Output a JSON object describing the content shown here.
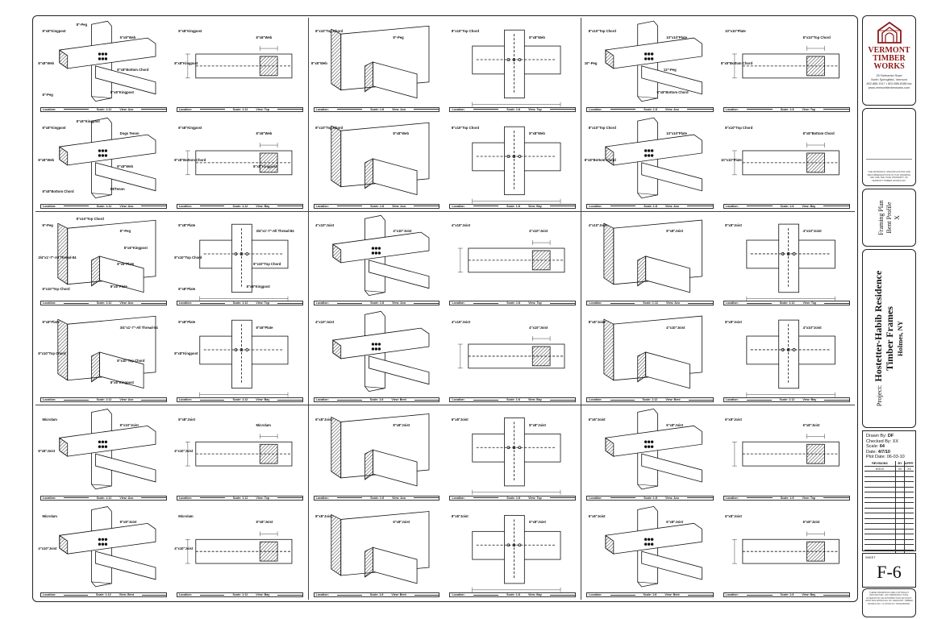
{
  "captions": {
    "location_label": "Location:",
    "scale_label": "Scale:",
    "view_label": "View:"
  },
  "cells": [
    {
      "details": [
        {
          "scale": "1:12",
          "view": "Axo",
          "callouts": [
            "8\"x8\"Kingpost",
            "5\"x8\"Web",
            "8\"x8\"Web",
            "8\"x8\"Bottom Chord",
            "8\"x8\"Kingpost",
            "8\"-Peg",
            "8\"-Peg"
          ]
        },
        {
          "scale": "1:12",
          "view": "Top",
          "callouts": [
            "8\"x8\"Kingpost",
            "8\"x8\"Web",
            "8\"x8\"Kingpost"
          ]
        },
        {
          "scale": "1:12",
          "view": "Axo",
          "callouts": [
            "8\"x8\"Kingpost",
            "Dogs Tenon",
            "8\"x8\"Web",
            "8\"x8\"Web",
            "Dt/Tenon",
            "8\"x8\"Bottom Chord",
            "8\"x8\"Kingpost"
          ]
        },
        {
          "scale": "1:12",
          "view": "Bay",
          "callouts": [
            "8\"x8\"Kingpost",
            "8\"x8\"Web",
            "8\"x8\"Bottom Chord",
            "8\"x8\"Kingpost"
          ]
        }
      ]
    },
    {
      "details": [
        {
          "scale": "1:8",
          "view": "Axo",
          "callouts": [
            "8\"x10\"Top Chord",
            "8\"-Peg",
            "8\"x8\"Web"
          ]
        },
        {
          "scale": "1:8",
          "view": "Top",
          "callouts": [
            "8\"x10\"Top Chord",
            "8\"x8\"Web"
          ]
        },
        {
          "scale": "1:8",
          "view": "Axo",
          "callouts": [
            "8\"x10\"Top Chord",
            "8\"x8\"Web"
          ]
        },
        {
          "scale": "1:8",
          "view": "Bay",
          "callouts": [
            "8\"x10\"Top Chord",
            "8\"x8\"Web"
          ]
        }
      ]
    },
    {
      "details": [
        {
          "scale": "1:8",
          "view": "Axo",
          "callouts": [
            "8\"x10\"Top Chord",
            "10\"x10\"Plate",
            "10\"-Peg",
            "12\"-Peg",
            "8\"x8\"Bottom Chord"
          ]
        },
        {
          "scale": "1:8",
          "view": "Top",
          "callouts": [
            "10\"x10\"Plate",
            "8\"x10\"Top Chord",
            "8\"x8\"Bottom Chord"
          ]
        },
        {
          "scale": "1:8",
          "view": "Axo",
          "callouts": [
            "8\"x10\"Top Chord",
            "10\"x10\"Plate",
            "8\"x8\"Bottom Chord"
          ]
        },
        {
          "scale": "1:8",
          "view": "Bay",
          "callouts": [
            "8\"x10\"Top Chord",
            "8\"x8\"Bottom Chord",
            "10\"x10\"Plate"
          ]
        }
      ]
    },
    {
      "details": [
        {
          "scale": "1:12",
          "view": "Axo",
          "callouts": [
            "8\"-Peg",
            "8\"-Peg",
            "3/4\"x1'-7\"-All Thread-84",
            "8\"x8\"Plate",
            "8\"x8\"Plate",
            "8\"x10\"Top Chord",
            "8\"x10\"Top Chord",
            "8\"x8\"Kingpost"
          ]
        },
        {
          "scale": "1:12",
          "view": "Top",
          "callouts": [
            "8\"x8\"Plate",
            "3/4\"x1'-7\"-All Thread-84",
            "8\"x10\"Top Chord",
            "8\"x10\"Top Chord",
            "8\"x8\"Kingpost",
            "8\"x8\"Plate"
          ]
        },
        {
          "scale": "1:12",
          "view": "Axo",
          "callouts": [
            "8\"x8\"Plate",
            "3/4\"x1'-7\"-All Thread-84",
            "8\"x10\"Top Chord",
            "8\"x10\"Top Chord",
            "8\"x8\"Kingpost"
          ]
        },
        {
          "scale": "1:12",
          "view": "Bay",
          "callouts": [
            "8\"x8\"Plate",
            "8\"x8\"Plate",
            "8\"x8\"Kingpost"
          ]
        }
      ]
    },
    {
      "details": [
        {
          "scale": "1:8",
          "view": "Axo",
          "callouts": [
            "4\"x10\"Joist",
            "4\"x10\"Joist"
          ]
        },
        {
          "scale": "1:8",
          "view": "Top",
          "callouts": [
            "4\"x10\"Joist",
            "4\"x10\"Joist"
          ]
        },
        {
          "scale": "1:8",
          "view": "Bent",
          "callouts": [
            "4\"x10\"Joist"
          ]
        },
        {
          "scale": "1:8",
          "view": "Bay",
          "callouts": [
            "4\"x10\"Joist",
            "4\"x10\"Joist"
          ]
        }
      ]
    },
    {
      "details": [
        {
          "scale": "1:12",
          "view": "Axo",
          "callouts": [
            "4\"x10\"Joist",
            "8\"x8\"Joist"
          ]
        },
        {
          "scale": "1:12",
          "view": "Top",
          "callouts": [
            "8\"x8\"Joist",
            "4\"x10\"Joist"
          ]
        },
        {
          "scale": "1:12",
          "view": "Bent",
          "callouts": [
            "8\"x8\"Joist",
            "4\"x10\"Joist"
          ]
        },
        {
          "scale": "1:12",
          "view": "Bay",
          "callouts": [
            "8\"x8\"Joist",
            "4\"x10\"Joist"
          ]
        }
      ]
    },
    {
      "details": [
        {
          "scale": "1:12",
          "view": "Axo",
          "callouts": [
            "Microlam",
            "8\"x10\"Joist",
            "8\"x8\"Joist"
          ]
        },
        {
          "scale": "1:12",
          "view": "Top",
          "callouts": [
            "8\"x8\"Joist",
            "Microlam",
            "4\"x10\"Joist"
          ]
        },
        {
          "scale": "1:12",
          "view": "Bent",
          "callouts": [
            "Microlam",
            "8\"x8\"Joist",
            "4\"x10\"Joist"
          ]
        },
        {
          "scale": "1:12",
          "view": "Bay",
          "callouts": [
            "Microlam",
            "8\"x8\"Joist",
            "4\"x10\"Joist"
          ]
        }
      ]
    },
    {
      "details": [
        {
          "scale": "1:8",
          "view": "Axo",
          "callouts": [
            "6\"x8\"Joist",
            "8\"x8\"Joist"
          ]
        },
        {
          "scale": "1:8",
          "view": "Top",
          "callouts": [
            "6\"x8\"Joist",
            "8\"x8\"Joist"
          ]
        },
        {
          "scale": "1:8",
          "view": "Bent",
          "callouts": [
            "8\"x8\"Joist",
            "6\"x8\"Joist"
          ]
        },
        {
          "scale": "1:8",
          "view": "Bay",
          "callouts": [
            "8\"x8\"Joist",
            "6\"x8\"Joist"
          ]
        }
      ]
    },
    {
      "details": [
        {
          "scale": "1:8",
          "view": "Axo",
          "callouts": [
            "6\"x8\"Joist",
            "6\"x8\"Joist"
          ]
        },
        {
          "scale": "1:8",
          "view": "Top",
          "callouts": [
            "6\"x8\"Joist",
            "6\"x8\"Joist"
          ]
        },
        {
          "scale": "1:8",
          "view": "Bent",
          "callouts": [
            "6\"x8\"Joist",
            "6\"x8\"Joist"
          ]
        },
        {
          "scale": "1:8",
          "view": "Bay",
          "callouts": [
            "6\"x8\"Joist",
            "6\"x8\"Joist"
          ]
        }
      ]
    }
  ],
  "title_block": {
    "company": [
      "VERMONT",
      "TIMBER",
      "WORKS"
    ],
    "company_address": [
      "26 Fairbanks Road",
      "North Springfield, Vermont",
      "802.886.1917 • 802.886.8188 fax",
      "www.vermonttimberworks.com"
    ],
    "notes_text": "THE DRAWINGS, SPECIFICATIONS AND RECOMMENDATIONS IN THIS DRAWING SET ARE THE SOLE PROPERTY OF VERMONT TIMBER WORKS INC.",
    "sheet_type": [
      "Framing Plan",
      "Bent Profile",
      "X"
    ],
    "project_label": "Project:",
    "project_name": "Hostetter-Habib Residence",
    "project_subtitle": "Timber Frames",
    "project_location": "Holmes, NY",
    "drawn_by_label": "Drawn By:",
    "drawn_by": "DF",
    "checked_by_label": "Checked By:",
    "checked_by": "XX",
    "scale_label": "Scale:",
    "scale": "64",
    "date_label": "Date:",
    "date": "4/7/10",
    "plot_date_label": "Plot Date:",
    "plot_date": "06-03-10",
    "revisions_header": [
      "REVISIONS",
      "BY",
      "APPR'D BY"
    ],
    "revision_rows": [
      [
        "6/3/10",
        "XX",
        "XX"
      ]
    ],
    "sheet_label": "SHEET",
    "sheet_number": "F-6",
    "copyright_text": "THESE DRAWINGS ARE COPYRIGHT PROTECTED. ANY REPRODUCTION, ALTERATION OR DISTRIBUTION WITHOUT WRITTEN APPROVAL OF VERMONT TIMBER WORKS INC. IS STRICTLY PROHIBITED."
  },
  "colors": {
    "ink": "#111111",
    "border": "#222222",
    "brand": "#8b1a1a",
    "hatch": "#333333"
  }
}
